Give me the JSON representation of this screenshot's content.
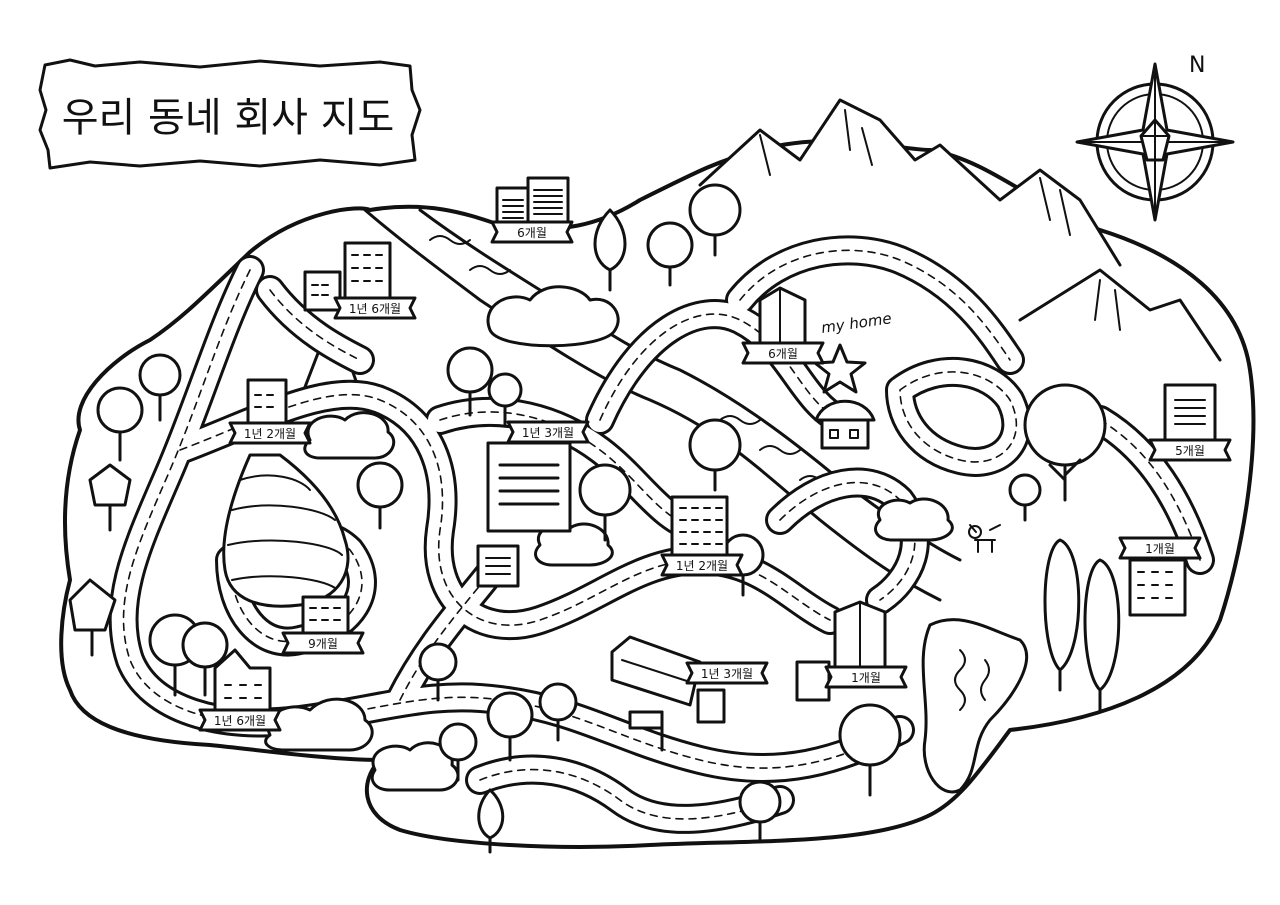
{
  "map": {
    "title": "우리 동네 회사 지도",
    "compass_label": "N",
    "home_label": "my home",
    "icons": {
      "compass": "compass-rose-icon",
      "home": "house-icon",
      "star": "star-icon",
      "flag": "flag-icon",
      "cat": "cat-icon"
    },
    "colors": {
      "ink": "#111111",
      "paper": "#ffffff"
    },
    "companies": [
      {
        "id": "c1",
        "duration": "6개월"
      },
      {
        "id": "c2",
        "duration": "1년 6개월"
      },
      {
        "id": "c3",
        "duration": "6개월"
      },
      {
        "id": "c4",
        "duration": "1년 2개월"
      },
      {
        "id": "c5",
        "duration": "1년 3개월"
      },
      {
        "id": "c6",
        "duration": "5개월"
      },
      {
        "id": "c7",
        "duration": "1년 2개월"
      },
      {
        "id": "c8",
        "duration": "1개월"
      },
      {
        "id": "c9",
        "duration": "9개월"
      },
      {
        "id": "c10",
        "duration": "1년 3개월"
      },
      {
        "id": "c11",
        "duration": "1개월"
      },
      {
        "id": "c12",
        "duration": "1년 6개월"
      }
    ]
  }
}
